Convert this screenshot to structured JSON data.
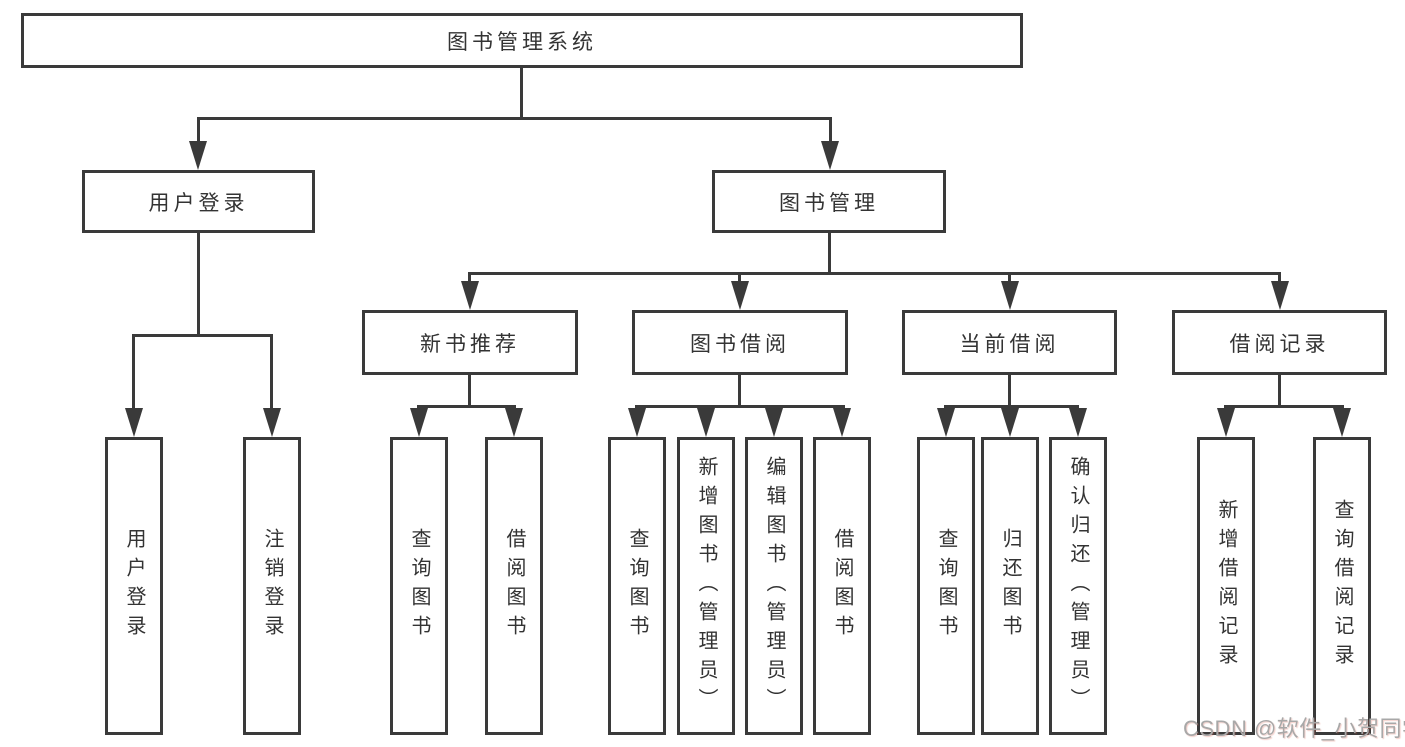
{
  "diagram": {
    "type": "hierarchy-tree",
    "root": {
      "label": "图书管理系统"
    },
    "branches": {
      "user_login": {
        "label": "用户登录",
        "children": [
          {
            "label": "用户登录"
          },
          {
            "label": "注销登录"
          }
        ]
      },
      "book_management": {
        "label": "图书管理",
        "children": {
          "new_book_recommend": {
            "label": "新书推荐",
            "children": [
              {
                "label": "查询图书"
              },
              {
                "label": "借阅图书"
              }
            ]
          },
          "book_borrowing": {
            "label": "图书借阅",
            "children": [
              {
                "label": "查询图书"
              },
              {
                "label": "新增图书（管理员）"
              },
              {
                "label": "编辑图书（管理员）"
              },
              {
                "label": "借阅图书"
              }
            ]
          },
          "current_borrowing": {
            "label": "当前借阅",
            "children": [
              {
                "label": "查询图书"
              },
              {
                "label": "归还图书"
              },
              {
                "label": "确认归还（管理员）"
              }
            ]
          },
          "borrowing_records": {
            "label": "借阅记录",
            "children": [
              {
                "label": "新增借阅记录"
              },
              {
                "label": "查询借阅记录"
              }
            ]
          }
        }
      }
    }
  },
  "watermark": {
    "text": "CSDN @软件_小贺同学"
  },
  "colors": {
    "line": "#3a3a3a",
    "text": "#333333",
    "box_background": "#ffffff",
    "watermark": "#a8a8a8"
  }
}
